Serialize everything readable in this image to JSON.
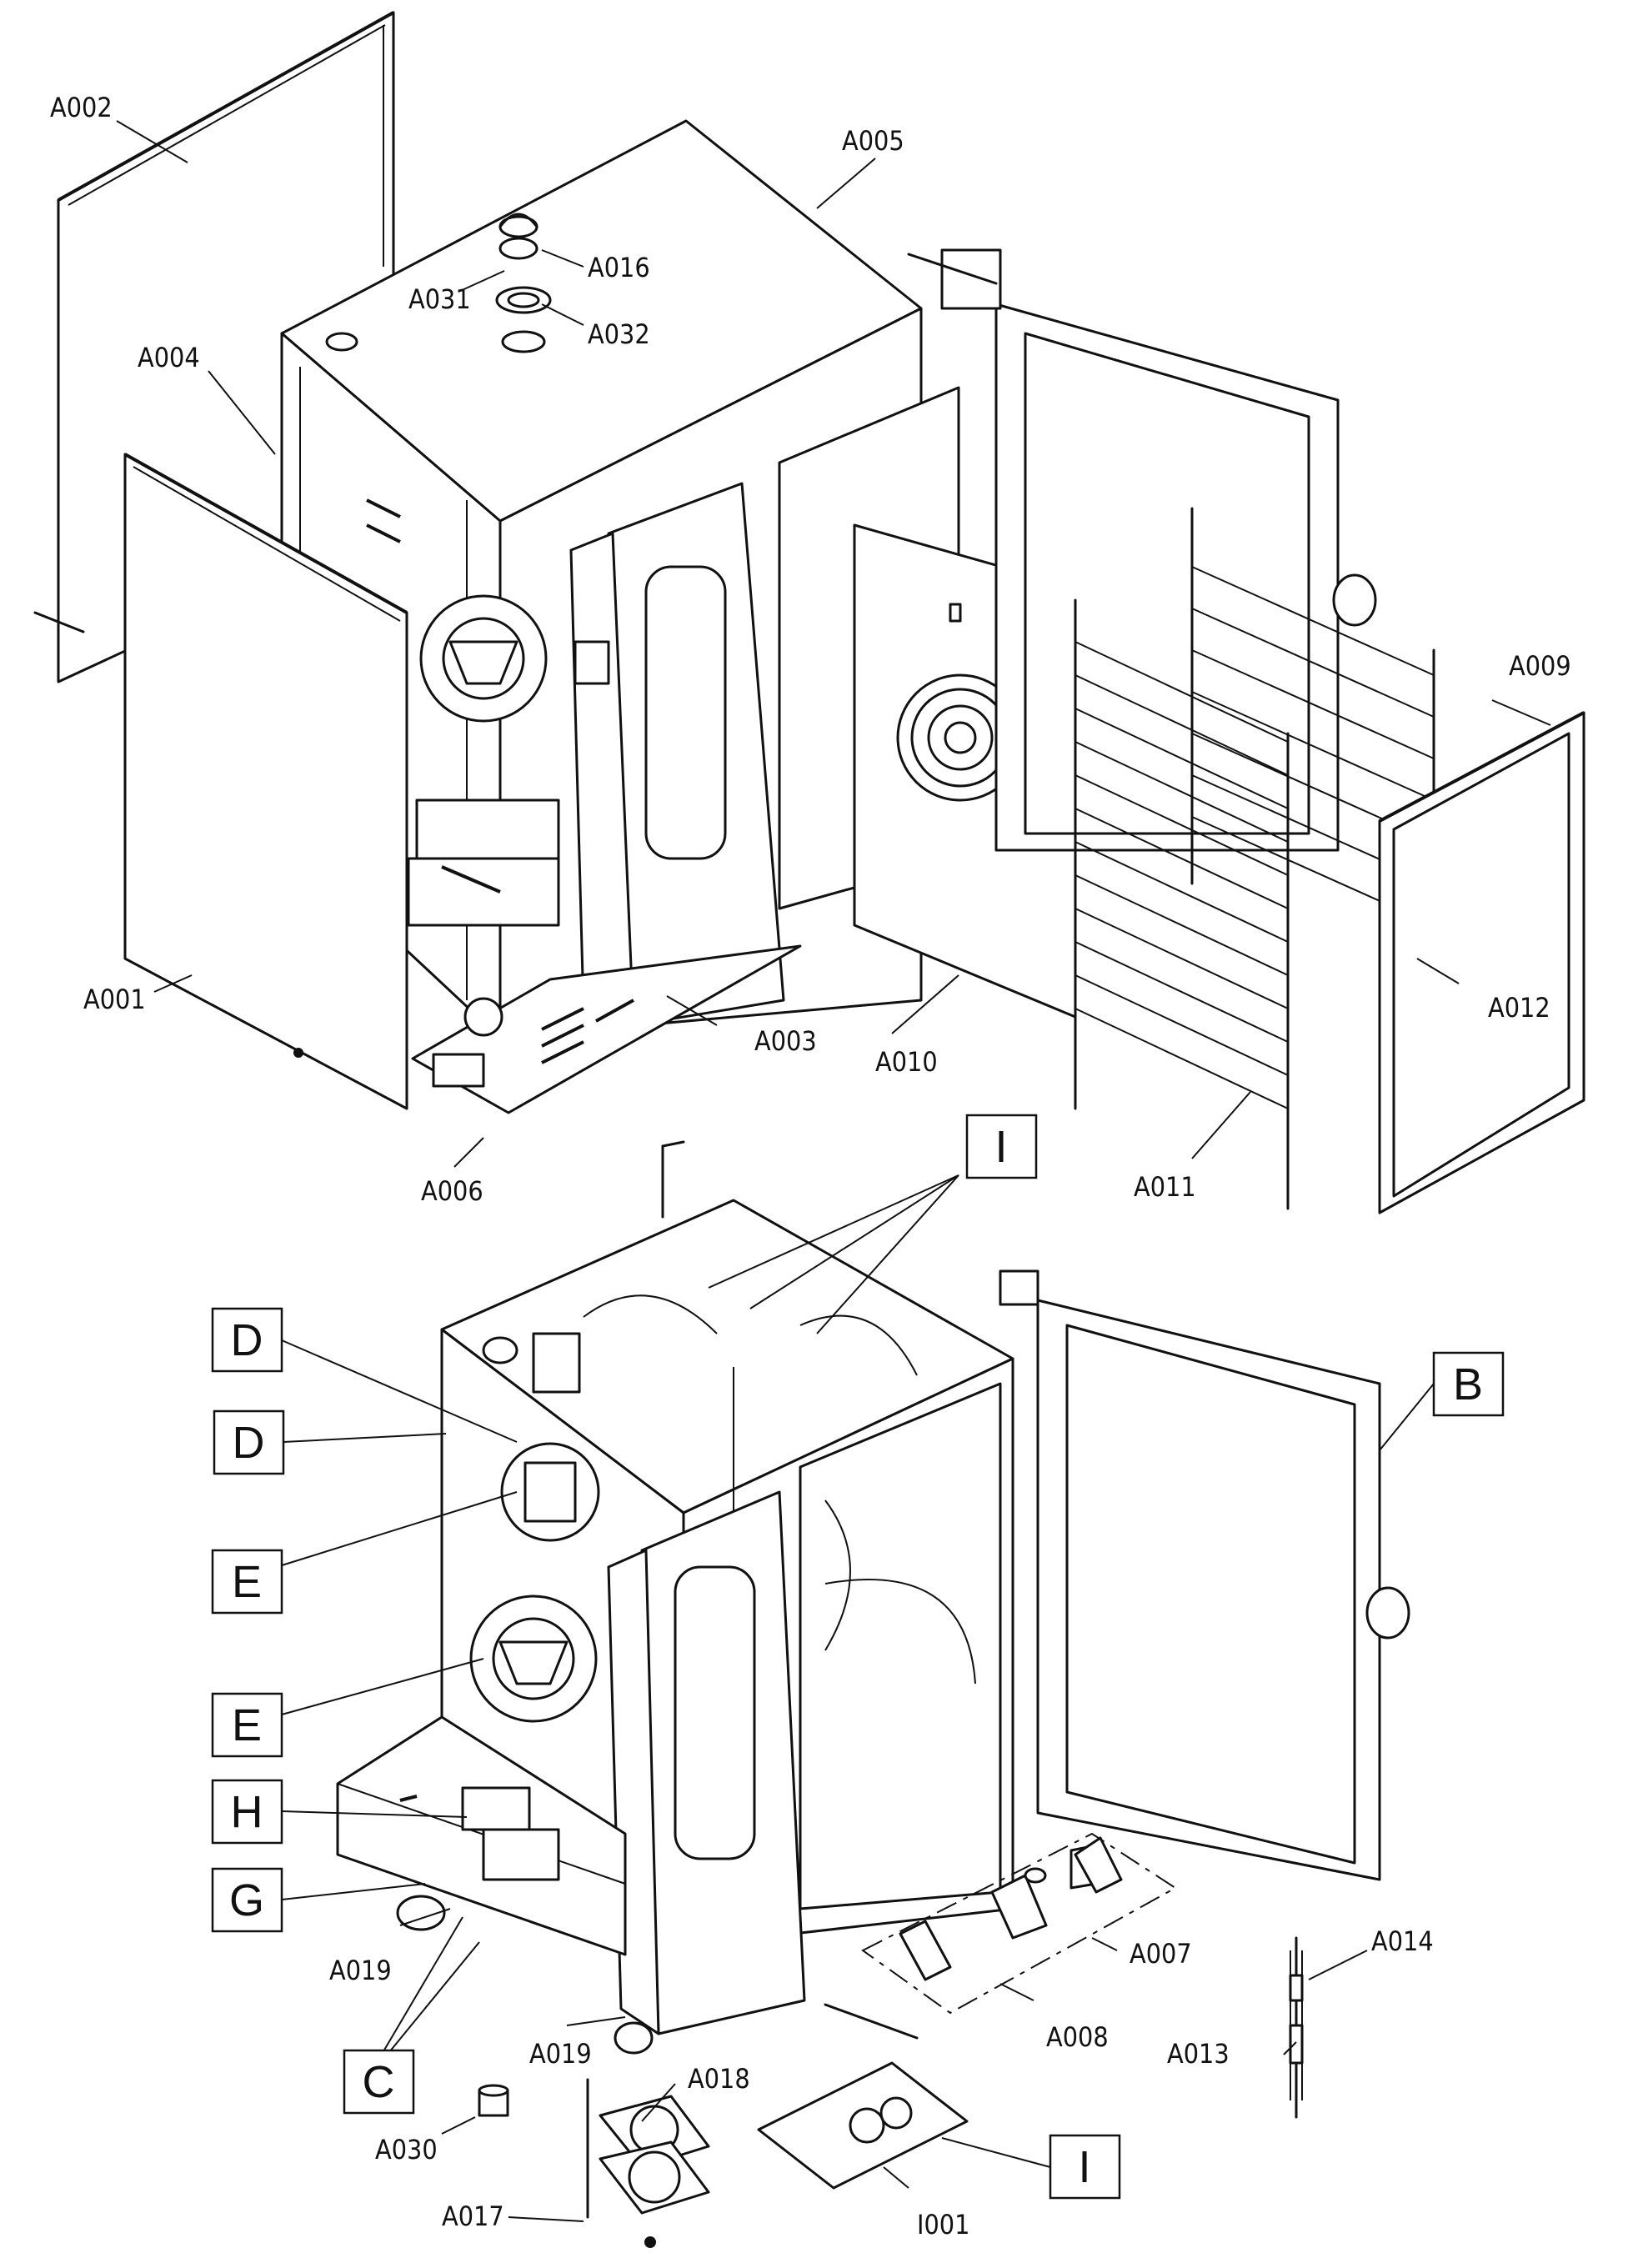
{
  "part_labels": {
    "a001": "A001",
    "a002": "A002",
    "a003": "A003",
    "a004": "A004",
    "a005": "A005",
    "a006": "A006",
    "a007": "A007",
    "a008": "A008",
    "a009": "A009",
    "a010": "A010",
    "a011": "A011",
    "a012": "A012",
    "a013": "A013",
    "a014": "A014",
    "a016": "A016",
    "a017": "A017",
    "a018": "A018",
    "a019_left": "A019",
    "a019_center": "A019",
    "a030": "A030",
    "a031": "A031",
    "a032": "A032",
    "i001": "I001"
  },
  "detail_callouts": {
    "i_top": "I",
    "i_bottom": "I",
    "b": "B",
    "d_upper": "D",
    "d_lower": "D",
    "e_upper": "E",
    "e_lower": "E",
    "h": "H",
    "g": "G",
    "c": "C"
  }
}
